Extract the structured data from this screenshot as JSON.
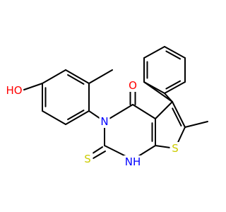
{
  "molecule": {
    "atoms": {
      "ho": {
        "label": "HO",
        "color": "#ff0000"
      },
      "o": {
        "label": "O",
        "color": "#ff0000"
      },
      "n": {
        "label": "N",
        "color": "#0000ff"
      },
      "s_thione": {
        "label": "S",
        "color": "#cccc00"
      },
      "nh": {
        "label": "NH",
        "color": "#0000ff"
      },
      "s_ring": {
        "label": "S",
        "color": "#cccc00"
      }
    },
    "bond_color": "#000000",
    "background": "#ffffff"
  }
}
